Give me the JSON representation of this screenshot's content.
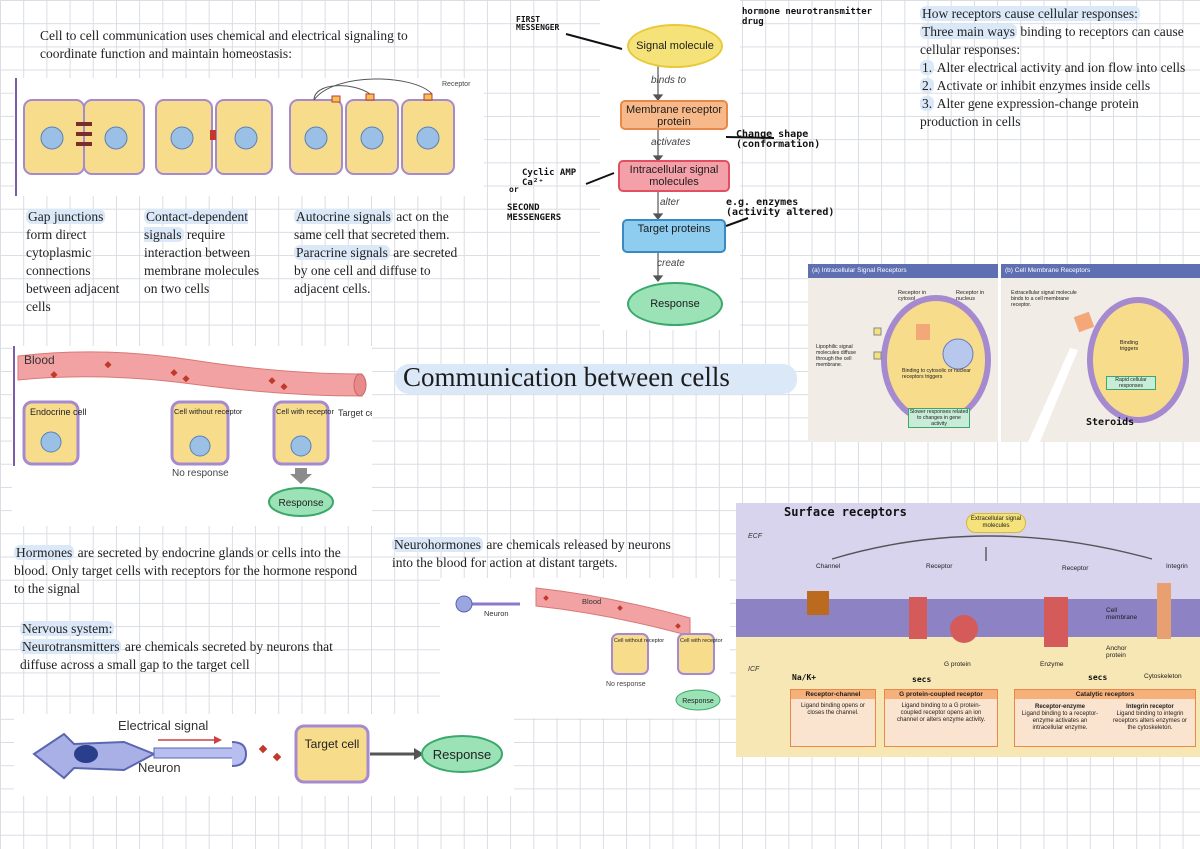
{
  "intro": "Cell to cell communication uses chemical and electrical signaling to coordinate function and maintain homeostasis:",
  "title": "Communication between cells",
  "fig_receptor_label": "Receptor",
  "gap_junctions": {
    "term": "Gap junctions",
    "text": "form direct cytoplasmic connections between adjacent cells"
  },
  "contact_dependent": {
    "term": "Contact-dependent signals",
    "text": "require interaction between membrane molecules on two cells"
  },
  "autocrine": {
    "term": "Autocrine signals",
    "text1": "act on the same cell that secreted them.",
    "term2": "Paracrine signals",
    "text2": "are secreted by one cell and diffuse to adjacent cells."
  },
  "flow": {
    "signal_molecule": "Signal molecule",
    "binds_to": "binds to",
    "membrane_receptor": "Membrane receptor protein",
    "activates": "activates",
    "intracellular": "Intracellular signal molecules",
    "alter": "alter",
    "target_proteins": "Target proteins",
    "create": "create",
    "response": "Response"
  },
  "handwriting": {
    "first_messenger": "FIRST MESSENGER",
    "hormone_drug": "hormone neurotransmitter drug",
    "change_shape": "Change shape (conformation)",
    "cyclic_amp": "Cyclic AMP Ca²⁺",
    "or": "or",
    "second_messengers": "SECOND MESSENGERS",
    "enzymes": "e.g. enzymes (activity altered)",
    "steroids": "Steroids",
    "surface_receptors": "Surface receptors",
    "na_k": "Na/K+",
    "secs": "secs",
    "secs2": "secs"
  },
  "how_receptors": {
    "heading": "How receptors cause cellular responses:",
    "lead_hl": "Three main ways",
    "lead_rest": "binding to receptors can cause cellular responses:",
    "items": [
      {
        "num": "1.",
        "text": "Alter electrical activity and ion flow into cells"
      },
      {
        "num": "2.",
        "text": "Activate or inhibit enzymes inside cells"
      },
      {
        "num": "3.",
        "text": "Alter gene expression-change protein production in cells"
      }
    ]
  },
  "blood_fig": {
    "blood": "Blood",
    "endocrine_cell": "Endocrine cell",
    "cell_without": "Cell without receptor",
    "cell_with": "Cell with receptor",
    "target_cell": "Target cell",
    "no_response": "No response",
    "response": "Response"
  },
  "hormones": {
    "term": "Hormones",
    "text": "are secreted by endocrine glands or cells into the blood. Only target cells with receptors for the hormone respond to the signal"
  },
  "nervous": {
    "heading": "Nervous system:",
    "term": "Neurotransmitters",
    "text": "are chemicals secreted by neurons that diffuse across a small gap to the target cell"
  },
  "neurohormones": {
    "term": "Neurohormones",
    "text": "are chemicals released by neurons into the blood for action at distant targets."
  },
  "neuro_fig": {
    "neuron": "Neuron",
    "blood": "Blood",
    "cell_without": "Cell without receptor",
    "cell_with": "Cell with receptor",
    "no_response": "No response",
    "response": "Response"
  },
  "electrical_fig": {
    "electrical_signal": "Electrical signal",
    "neuron": "Neuron",
    "target_cell": "Target cell",
    "response": "Response"
  },
  "receptors_fig": {
    "a_title": "(a) Intracellular Signal Receptors",
    "b_title": "(b) Cell Membrane Receptors",
    "receptor_cytosol": "Receptor in cytosol",
    "receptor_nucleus": "Receptor in nucleus",
    "lipophilic": "Lipophilic signal molecules diffuse through the cell membrane.",
    "binding_nuclear": "Binding to cytosolic or nuclear receptors triggers",
    "slower": "Slower responses related to changes in gene activity",
    "extracellular": "Extracellular signal molecule binds to a cell membrane receptor.",
    "binding_triggers": "Binding triggers",
    "rapid": "Rapid cellular responses"
  },
  "membrane_fig": {
    "ecf": "ECF",
    "icf": "ICF",
    "extracellular": "Extracellular signal molecules",
    "channel": "Channel",
    "receptor": "Receptor",
    "receptor2": "Receptor",
    "integrin": "Integrin",
    "cell_membrane": "Cell membrane",
    "anchor_protein": "Anchor protein",
    "g_protein": "G protein",
    "enzyme": "Enzyme",
    "cytoskeleton": "Cytoskeleton",
    "receptor_channel_title": "Receptor-channel",
    "receptor_channel_text": "Ligand binding opens or closes the channel.",
    "gpcr_title": "G protein-coupled receptor",
    "gpcr_text": "Ligand binding to a G protein-coupled receptor opens an ion channel or alters enzyme activity.",
    "catalytic_title": "Catalytic receptors",
    "re_title": "Receptor-enzyme",
    "re_text": "Ligand binding to a receptor-enzyme activates an intracellular enzyme.",
    "ir_title": "Integrin receptor",
    "ir_text": "Ligand binding to integrin receptors alters enzymes or the cytoskeleton."
  },
  "colors": {
    "highlight": "#dbe8f7",
    "cell_fill": "#f7dc8c",
    "cell_stroke": "#a58ad0",
    "blood": "#f2a2a2",
    "response": "#9be2b7",
    "target": "#8ecdf0",
    "intracellular": "#f4a0a8",
    "membrane_box": "#f6b07a"
  }
}
